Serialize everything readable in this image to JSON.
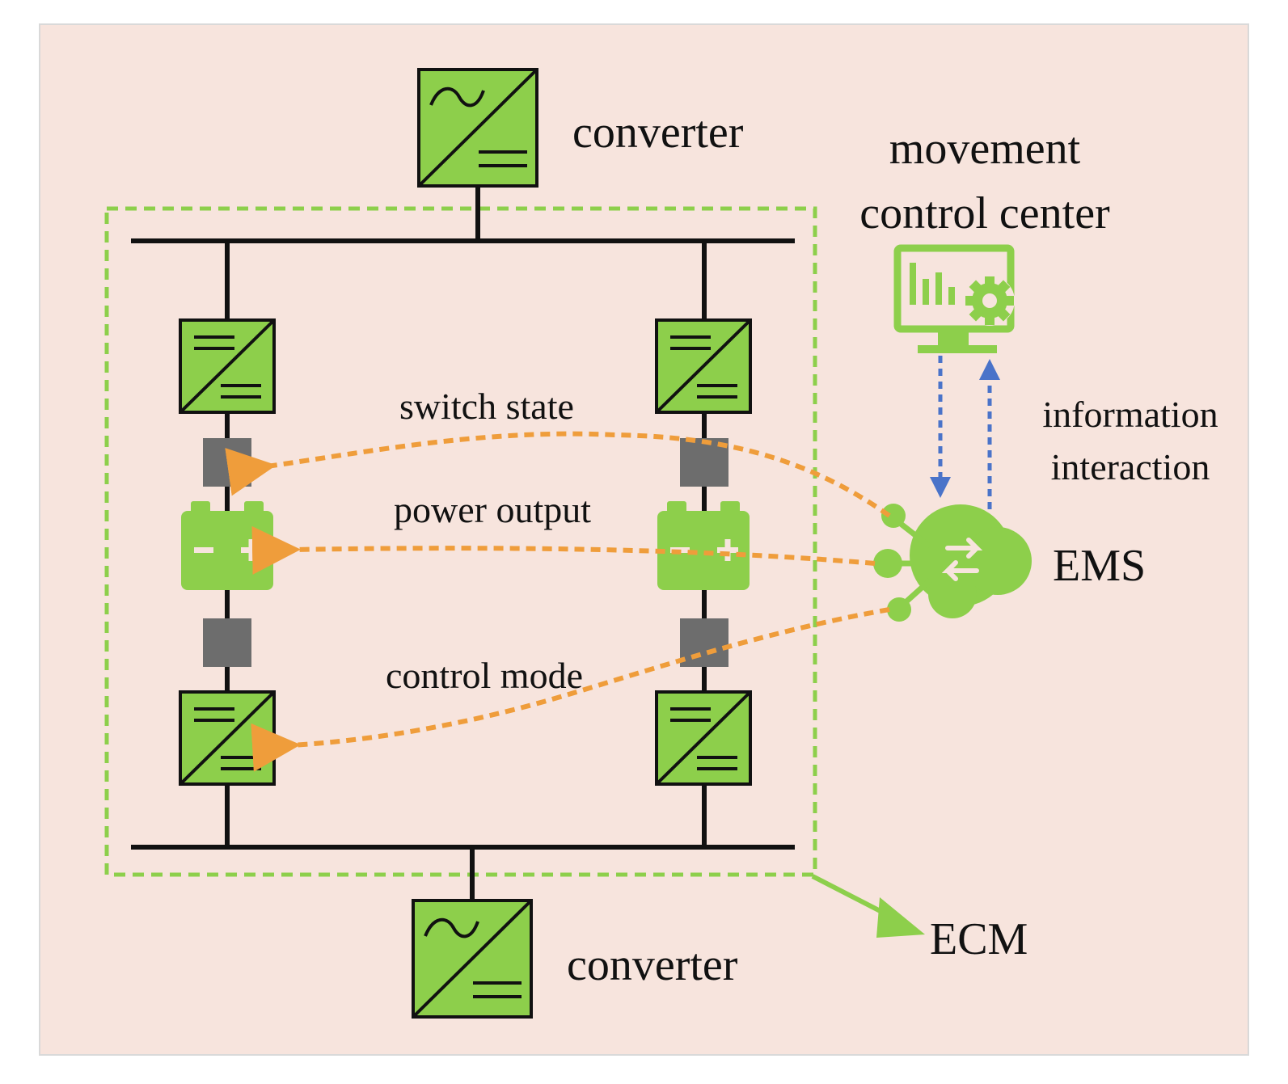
{
  "labels": {
    "converter_top": "converter",
    "converter_bottom": "converter",
    "movement_line1": "movement",
    "movement_line2": "control center",
    "switch_state": "switch state",
    "power_output": "power output",
    "control_mode": "control mode",
    "info_line1": "information",
    "info_line2": "interaction",
    "ems": "EMS",
    "ecm": "ECM"
  },
  "colors": {
    "background": "#f7e4dd",
    "border": "#d9d9d9",
    "green": "#8dcf4b",
    "dash_green": "#8dcf4b",
    "orange": "#ef9d3b",
    "blue": "#4a73c9",
    "switch_gray": "#6d6d6d",
    "line": "#111111"
  },
  "icons": {
    "ac_dc_converter": "ac-dc-converter-icon",
    "dc_dc_converter": "dc-dc-converter-icon",
    "battery": "battery-icon",
    "switch": "switch-icon",
    "monitor": "monitor-gear-icon",
    "ems": "cloud-exchange-icon"
  }
}
